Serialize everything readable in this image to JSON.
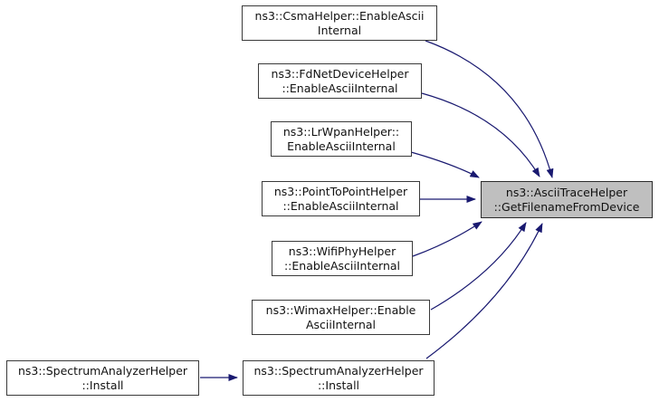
{
  "diagram": {
    "kind": "caller-graph",
    "colors": {
      "arrow": "#191970",
      "node_border": "#3a3a3a",
      "node_fill": "#ffffff",
      "highlight_fill": "#bfbfbf",
      "text": "#111111"
    },
    "target": {
      "line1": "ns3::AsciiTraceHelper",
      "line2": "::GetFilenameFromDevice"
    },
    "nodes": [
      {
        "id": "csma",
        "line1": "ns3::CsmaHelper::EnableAscii",
        "line2": "Internal"
      },
      {
        "id": "fdnet",
        "line1": "ns3::FdNetDeviceHelper",
        "line2": "::EnableAsciiInternal"
      },
      {
        "id": "lrwpan",
        "line1": "ns3::LrWpanHelper::",
        "line2": "EnableAsciiInternal"
      },
      {
        "id": "p2p",
        "line1": "ns3::PointToPointHelper",
        "line2": "::EnableAsciiInternal"
      },
      {
        "id": "wifi",
        "line1": "ns3::WifiPhyHelper",
        "line2": "::EnableAsciiInternal"
      },
      {
        "id": "wimax",
        "line1": "ns3::WimaxHelper::Enable",
        "line2": "AsciiInternal"
      },
      {
        "id": "spectrum",
        "line1": "ns3::SpectrumAnalyzerHelper",
        "line2": "::Install"
      },
      {
        "id": "spectrum-caller",
        "line1": "ns3::SpectrumAnalyzerHelper",
        "line2": "::Install"
      }
    ],
    "edges": [
      {
        "from": "ns3::CsmaHelper::EnableAsciiInternal",
        "to": "ns3::AsciiTraceHelper::GetFilenameFromDevice"
      },
      {
        "from": "ns3::FdNetDeviceHelper::EnableAsciiInternal",
        "to": "ns3::AsciiTraceHelper::GetFilenameFromDevice"
      },
      {
        "from": "ns3::LrWpanHelper::EnableAsciiInternal",
        "to": "ns3::AsciiTraceHelper::GetFilenameFromDevice"
      },
      {
        "from": "ns3::PointToPointHelper::EnableAsciiInternal",
        "to": "ns3::AsciiTraceHelper::GetFilenameFromDevice"
      },
      {
        "from": "ns3::WifiPhyHelper::EnableAsciiInternal",
        "to": "ns3::AsciiTraceHelper::GetFilenameFromDevice"
      },
      {
        "from": "ns3::WimaxHelper::EnableAsciiInternal",
        "to": "ns3::AsciiTraceHelper::GetFilenameFromDevice"
      },
      {
        "from": "ns3::SpectrumAnalyzerHelper::Install",
        "to": "ns3::AsciiTraceHelper::GetFilenameFromDevice"
      },
      {
        "from": "ns3::SpectrumAnalyzerHelper::Install (caller)",
        "to": "ns3::SpectrumAnalyzerHelper::Install"
      }
    ]
  }
}
